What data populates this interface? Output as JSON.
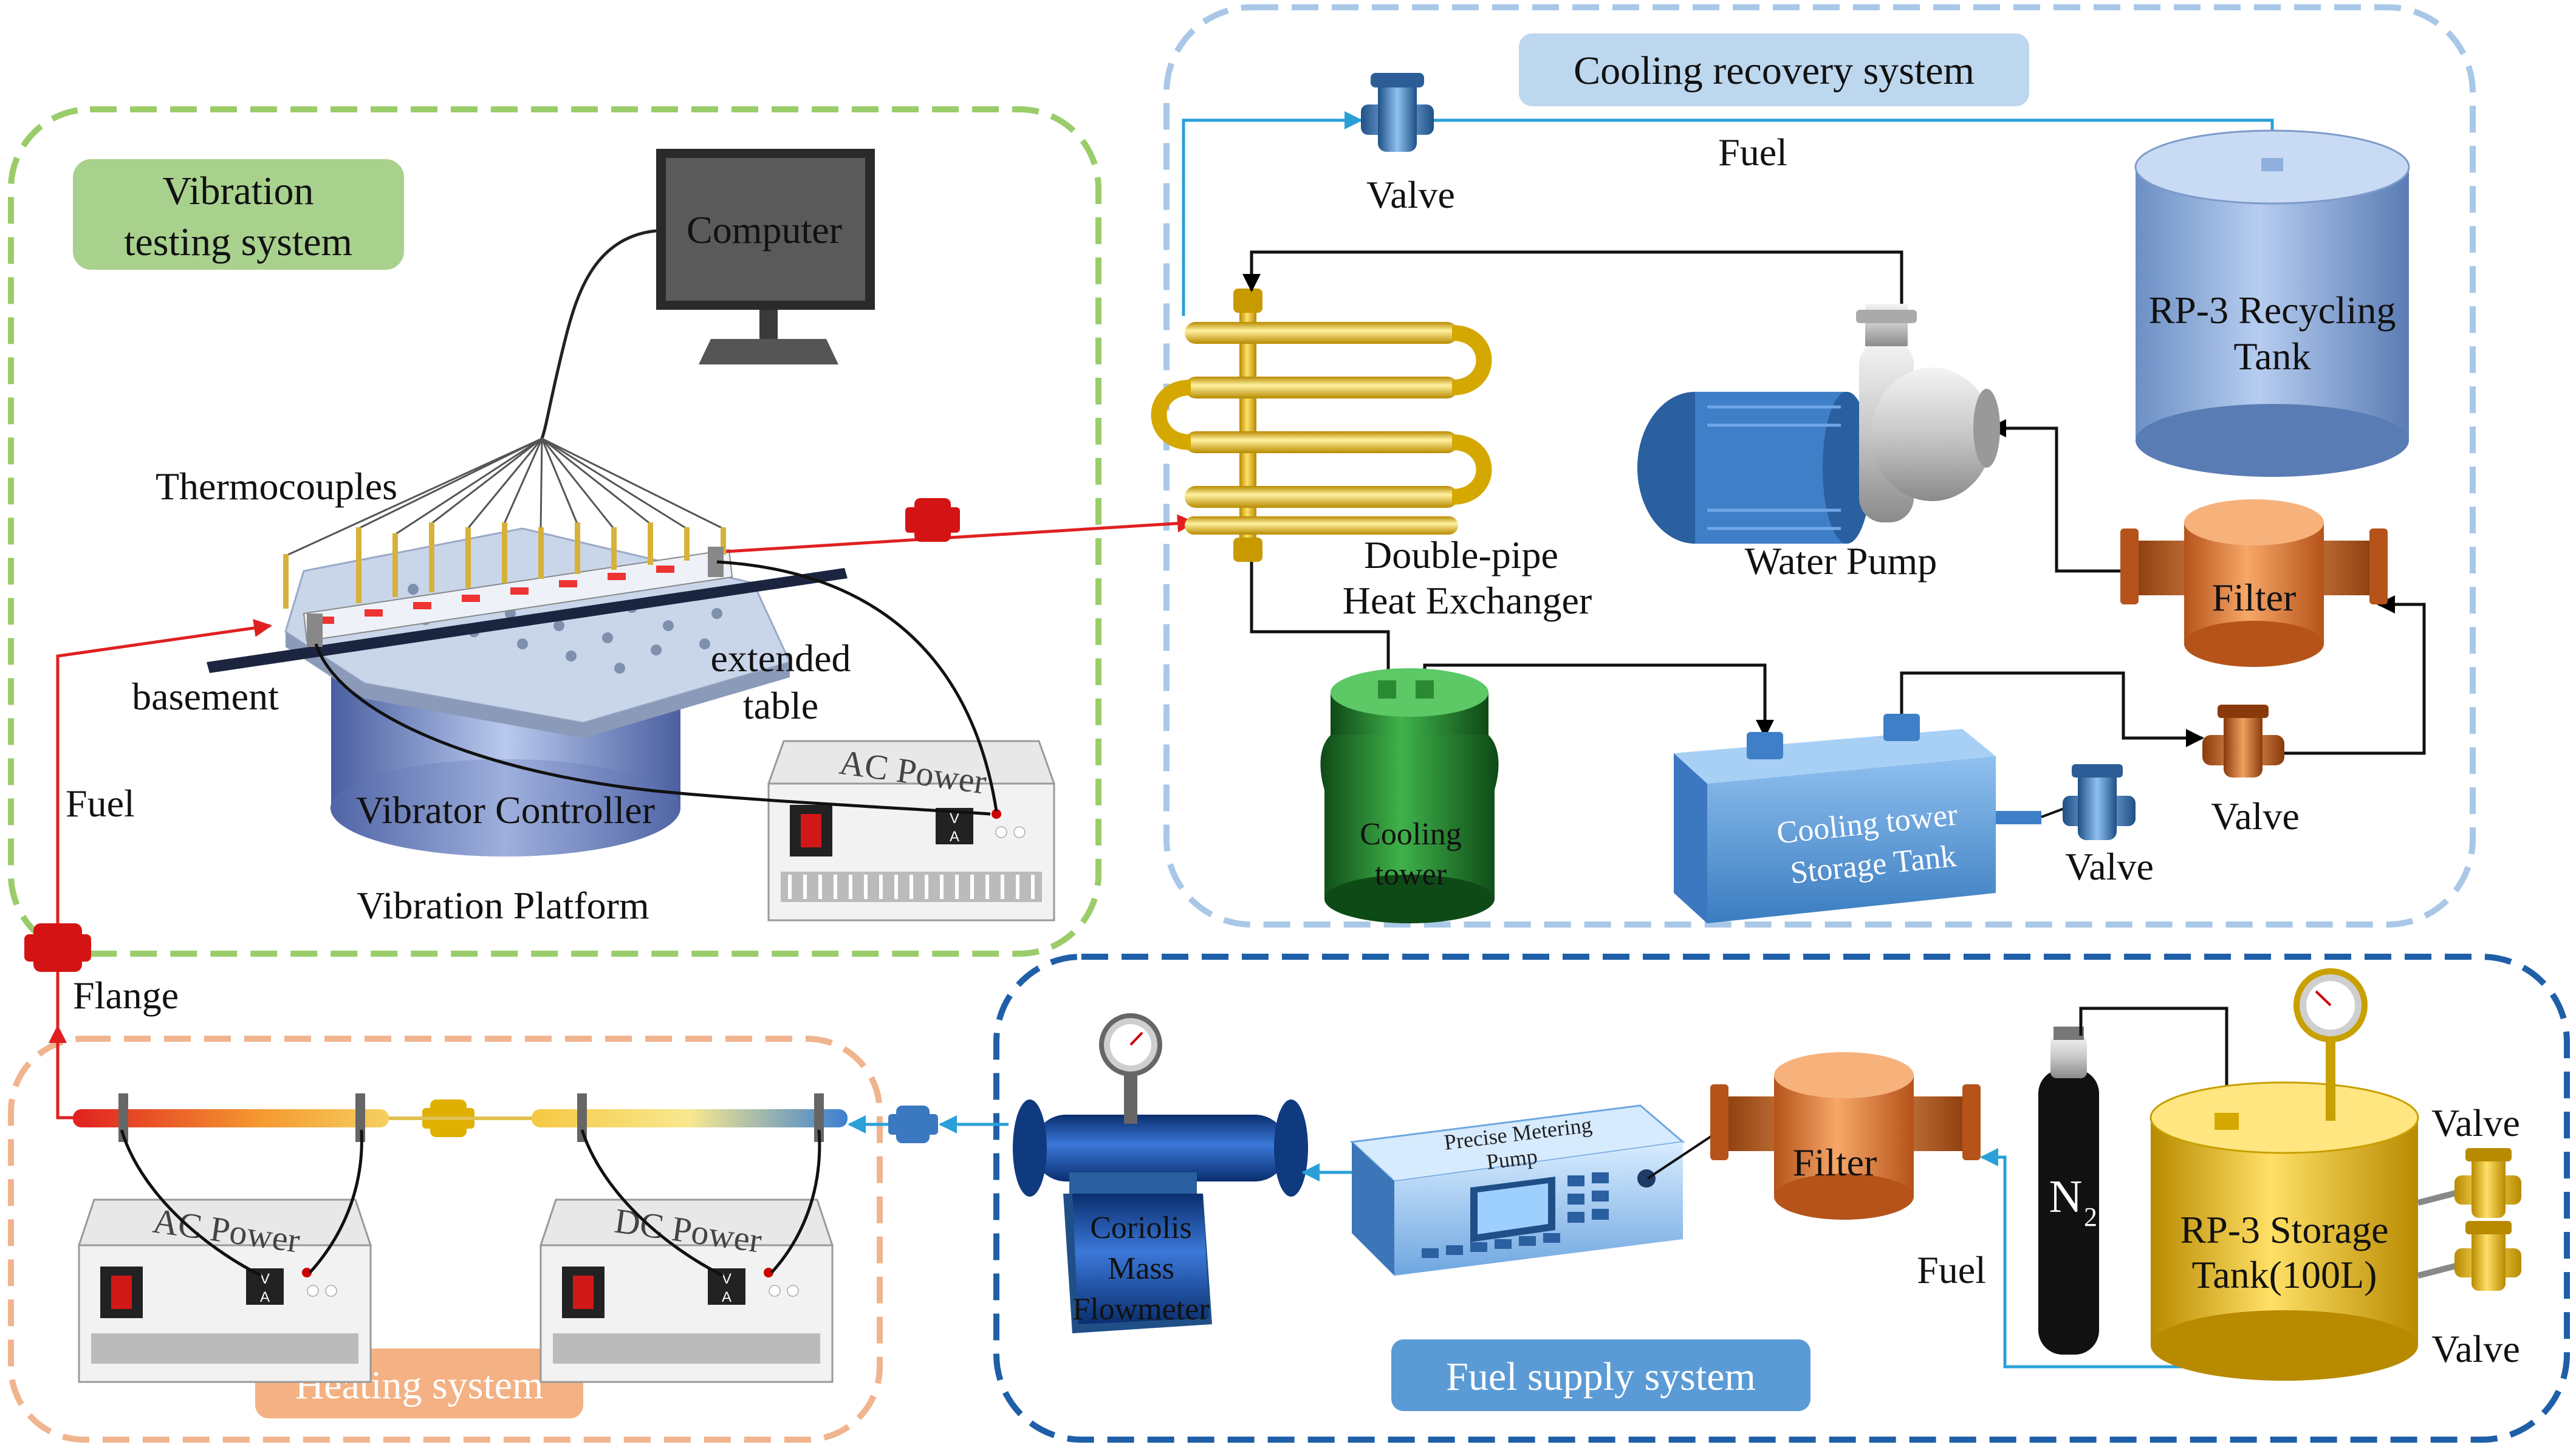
{
  "systems": {
    "vibration": "Vibration testing system",
    "vibration_line1": "Vibration",
    "vibration_line2": "testing system",
    "cooling": "Cooling recovery system",
    "heating": "Heating system",
    "fuel_supply": "Fuel supply system"
  },
  "labels": {
    "computer": "Computer",
    "thermocouples": "Thermocouples",
    "basement": "basement",
    "extended_table_1": "extended",
    "extended_table_2": "table",
    "vibrator_controller": "Vibrator Controller",
    "vibration_platform": "Vibration Platform",
    "ac_power": "AC Power",
    "dc_power": "DC Power",
    "flange": "Flange",
    "fuel": "Fuel",
    "valve": "Valve",
    "exchanger_1": "Double-pipe",
    "exchanger_2": "Heat Exchanger",
    "water_pump": "Water Pump",
    "filter": "Filter",
    "recycling_1": "RP-3 Recycling",
    "recycling_2": "Tank",
    "cooling_tower_1": "Cooling",
    "cooling_tower_2": "tower",
    "storage_tank_1": "Cooling tower",
    "storage_tank_2": "Storage Tank",
    "metering_pump_1": "Precise Metering",
    "metering_pump_2": "Pump",
    "coriolis_1": "Coriolis",
    "coriolis_2": "Mass",
    "coriolis_3": "Flowmeter",
    "n2": "N",
    "n2_sub": "2",
    "rp3_storage_1": "RP-3 Storage",
    "rp3_storage_2": "Tank(100L)",
    "meter_v": "V",
    "meter_a": "A"
  },
  "colors": {
    "vibration_border": "#9acd6a",
    "cooling_border": "#a9c8e8",
    "heating_border": "#f0b48e",
    "fuel_border": "#1f5fa8",
    "red_fuel_line": "#e02020",
    "blue_fuel_line": "#2aa0d8",
    "vibration_tag_bg": "#a9d18e",
    "cooling_tag_bg": "#bdd7ee",
    "heating_tag_bg": "#f4b183",
    "fuel_tag_bg": "#5b9bd5"
  }
}
